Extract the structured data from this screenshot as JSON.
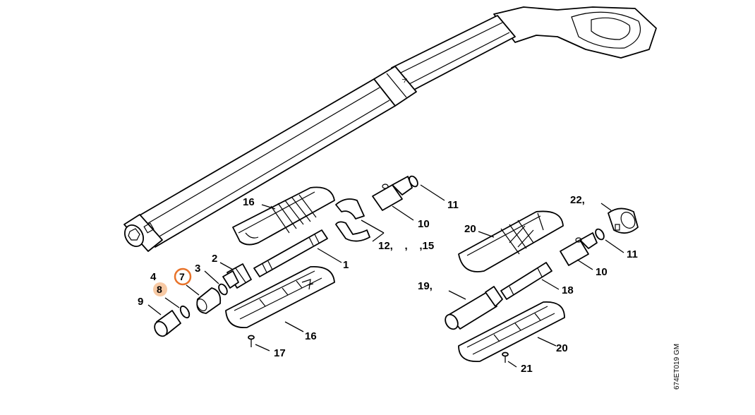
{
  "diagram": {
    "drawing_code": "674ET019 GM",
    "labels": {
      "l1": "1",
      "l2": "2",
      "l3": "3",
      "l4": "4",
      "l7": "7",
      "l8": "8",
      "l9": "9",
      "l10a": "10",
      "l10b": "10",
      "l11a": "11",
      "l11b": "11",
      "l12_15": "12,    ,    ,15",
      "l16a": "16",
      "l16b": "16",
      "l17": "17",
      "l18": "18",
      "l19": "19,",
      "l20a": "20",
      "l20b": "20",
      "l21": "21",
      "l22": "22,"
    },
    "highlight_colors": {
      "selected_ring": "#e8732a",
      "related_fill": "#f7c9a4"
    }
  }
}
